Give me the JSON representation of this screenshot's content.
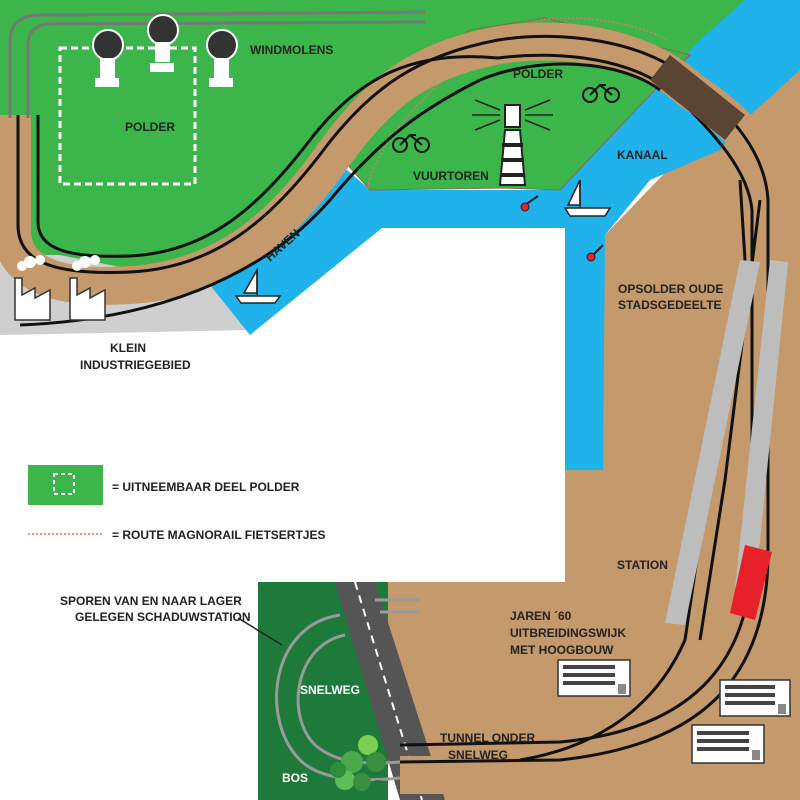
{
  "labels": {
    "windmolens": "WINDMOLENS",
    "polder_left": "POLDER",
    "polder_right": "POLDER",
    "vuurtoren": "VUURTOREN",
    "kanaal": "KANAAL",
    "haven": "HAVEN",
    "klein_line1": "KLEIN",
    "klein_line2": "INDUSTRIEGEBIED",
    "opsolder_line1": "OPSOLDER OUDE",
    "opsolder_line2": "STADSGEDEELTE",
    "station": "STATION",
    "jaren_line1": "JAREN ´60",
    "jaren_line2": "UITBREIDINGSWIJK",
    "jaren_line3": "MET HOOGBOUW",
    "sporen_line1": "SPOREN VAN EN NAAR LAGER",
    "sporen_line2": "GELEGEN SCHADUWSTATION",
    "snelweg": "SNELWEG",
    "bos": "BOS",
    "tunnel_line1": "TUNNEL ONDER",
    "tunnel_line2": "SNELWEG"
  },
  "legend": {
    "polder_removable": "= UITNEEMBAAR DEEL POLDER",
    "magnorail_route": "= ROUTE MAGNORAIL FIETSERTJES"
  },
  "colors": {
    "grass": "#3cb54a",
    "water": "#1fb2eb",
    "earth": "#c4996b",
    "forest": "#1e7a3a",
    "grey_area": "#cfcfcf",
    "road": "#555555",
    "track": "#111111",
    "station_red": "#e8202a"
  }
}
